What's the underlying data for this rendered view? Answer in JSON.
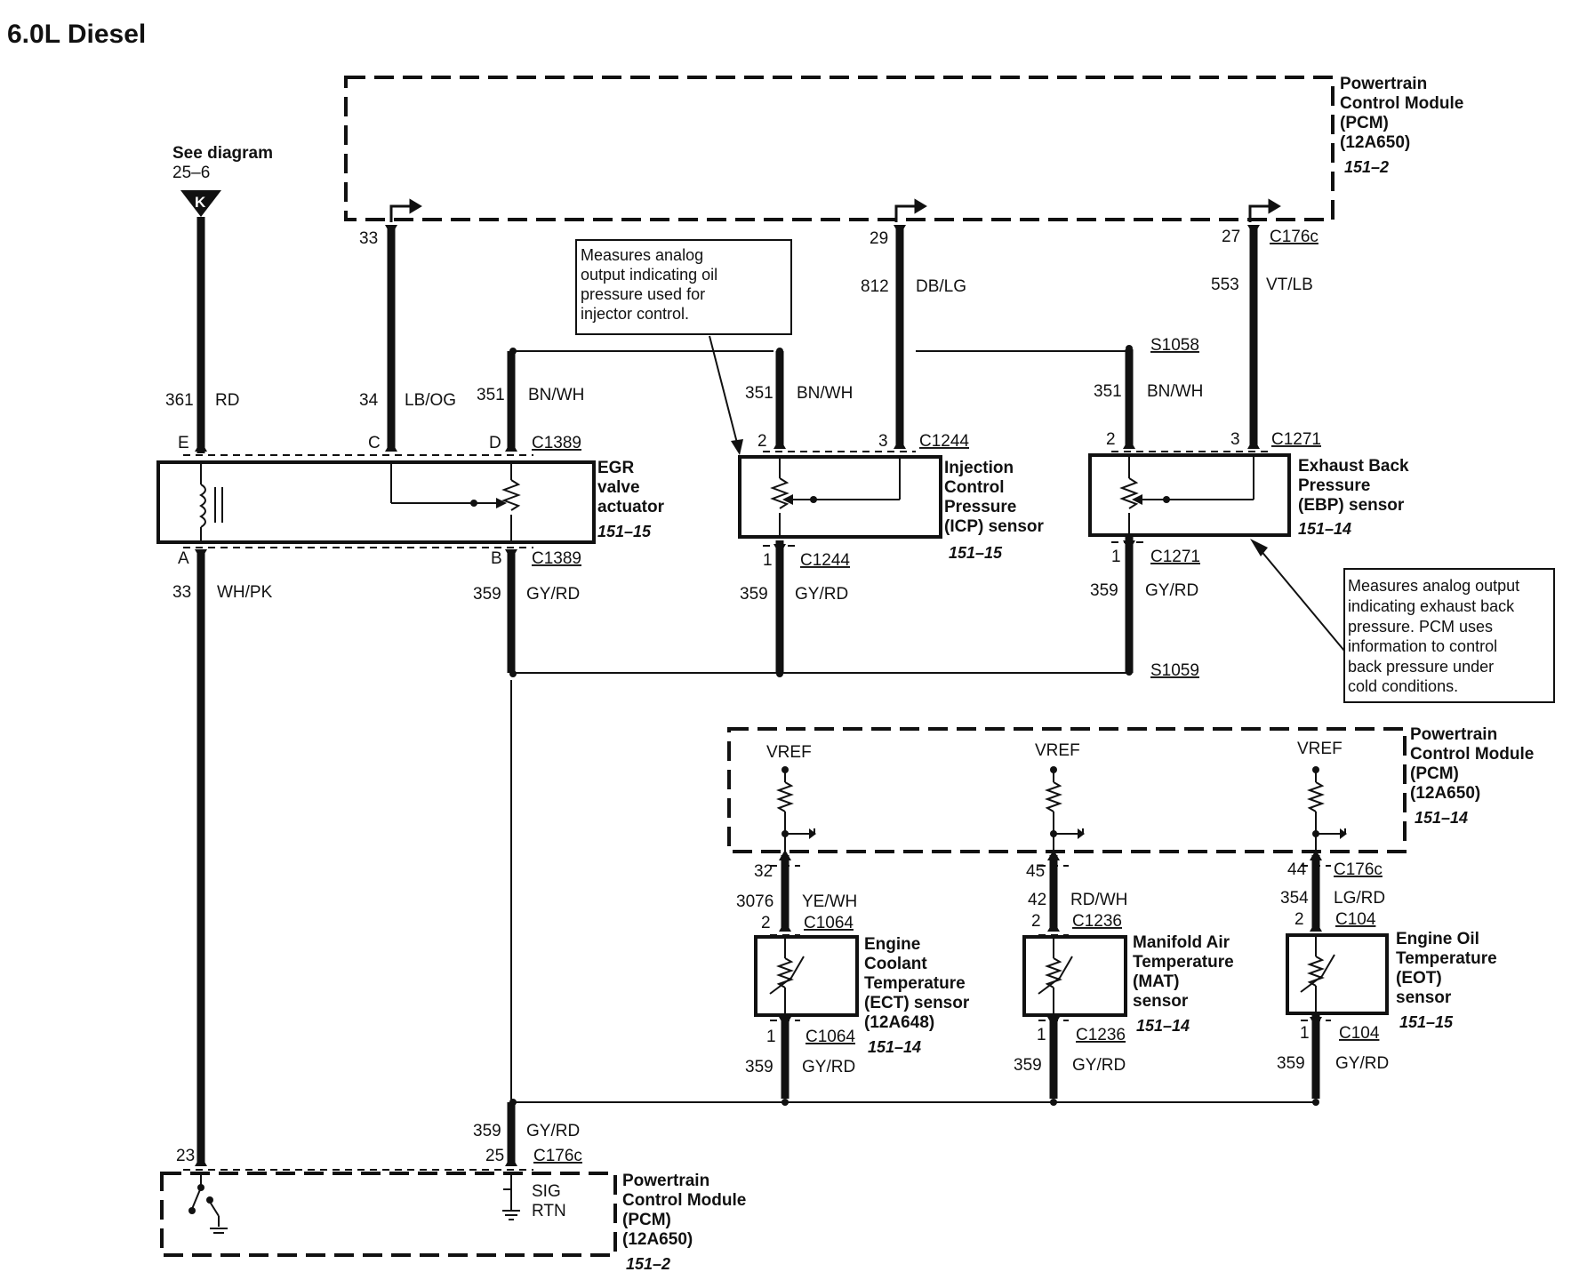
{
  "title": "6.0L Diesel",
  "pcm_top": {
    "l1": "Powertrain",
    "l2": "Control Module",
    "l3": "(PCM)",
    "l4": "(12A650)",
    "ref": "151–2"
  },
  "pcm_mid": {
    "l1": "Powertrain",
    "l2": "Control Module",
    "l3": "(PCM)",
    "l4": "(12A650)",
    "ref": "151–14"
  },
  "pcm_bot": {
    "l1": "Powertrain",
    "l2": "Control Module",
    "l3": "(PCM)",
    "l4": "(12A650)",
    "ref": "151–2",
    "sig": "SIG",
    "rtn": "RTN"
  },
  "see_diagram": {
    "l1": "See diagram",
    "l2": "25–6",
    "k": "K"
  },
  "egr": {
    "l1": "EGR",
    "l2": "valve",
    "l3": "actuator",
    "ref": "151–15"
  },
  "icp": {
    "l1": "Injection",
    "l2": "Control",
    "l3": "Pressure",
    "l4": "(ICP) sensor",
    "ref": "151–15"
  },
  "ebp": {
    "l1": "Exhaust Back",
    "l2": "Pressure",
    "l3": "(EBP) sensor",
    "ref": "151–14"
  },
  "ect": {
    "l1": "Engine",
    "l2": "Coolant",
    "l3": "Temperature",
    "l4": "(ECT) sensor",
    "l5": "(12A648)",
    "ref": "151–14"
  },
  "mat": {
    "l1": "Manifold Air",
    "l2": "Temperature",
    "l3": "(MAT)",
    "l4": "sensor",
    "ref": "151–14"
  },
  "eot": {
    "l1": "Engine Oil",
    "l2": "Temperature",
    "l3": "(EOT)",
    "l4": "sensor",
    "ref": "151–15"
  },
  "note_icp": {
    "l1": "Measures analog",
    "l2": "output indicating oil",
    "l3": "pressure used for",
    "l4": "injector control."
  },
  "note_ebp": {
    "l1": "Measures analog output",
    "l2": "indicating exhaust back",
    "l3": "pressure. PCM uses",
    "l4": "information to control",
    "l5": "back pressure under",
    "l6": "cold conditions."
  },
  "splices": {
    "s1058": "S1058",
    "s1059": "S1059"
  },
  "connectors": {
    "c1389": "C1389",
    "c1244": "C1244",
    "c1271": "C1271",
    "c176c": "C176c",
    "c1064": "C1064",
    "c1236": "C1236",
    "c104": "C104"
  },
  "pins": {
    "egr_e": "E",
    "egr_c": "C",
    "egr_d": "D",
    "egr_a": "A",
    "egr_b": "B",
    "icp_2": "2",
    "icp_3": "3",
    "icp_1": "1",
    "ebp_2": "2",
    "ebp_3": "3",
    "ebp_1": "1",
    "pcm_33": "33",
    "pcm_29": "29",
    "pcm_27": "27",
    "pcm_32": "32",
    "pcm_45": "45",
    "pcm_44": "44",
    "pcm_23": "23",
    "pcm_25": "25",
    "ect_2": "2",
    "ect_1": "1",
    "mat_2": "2",
    "mat_1": "1",
    "eot_2": "2",
    "eot_1": "1"
  },
  "vref": "VREF",
  "circuits": {
    "c361": "361",
    "rd": "RD",
    "c34": "34",
    "lbog": "LB/OG",
    "c351": "351",
    "bnwh": "BN/WH",
    "c812": "812",
    "dblg": "DB/LG",
    "c553": "553",
    "vtlb": "VT/LB",
    "c33": "33",
    "whpk": "WH/PK",
    "c359": "359",
    "gyrd": "GY/RD",
    "c3076": "3076",
    "yewh": "YE/WH",
    "c42": "42",
    "rdwh": "RD/WH",
    "c354": "354",
    "lgrd": "LG/RD"
  }
}
